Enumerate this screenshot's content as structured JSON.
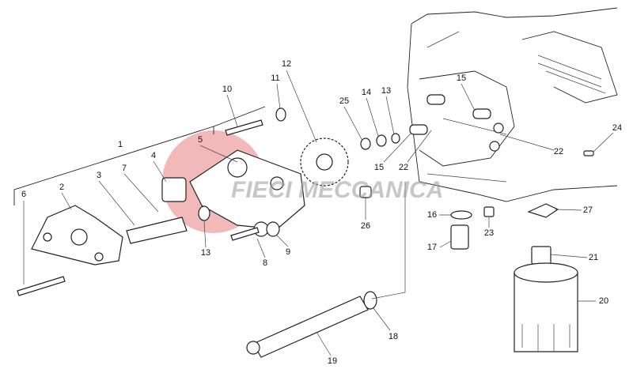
{
  "watermark": {
    "text": "FIECI MECCANICA",
    "circle_color": "#e88a8a",
    "text_color": "#9a9a9a"
  },
  "callouts": [
    {
      "id": "c1",
      "text": "1"
    },
    {
      "id": "c2",
      "text": "2"
    },
    {
      "id": "c3",
      "text": "3"
    },
    {
      "id": "c4",
      "text": "4"
    },
    {
      "id": "c5",
      "text": "5"
    },
    {
      "id": "c6",
      "text": "6"
    },
    {
      "id": "c7",
      "text": "7"
    },
    {
      "id": "c8",
      "text": "8"
    },
    {
      "id": "c9",
      "text": "9"
    },
    {
      "id": "c10",
      "text": "10"
    },
    {
      "id": "c11",
      "text": "11"
    },
    {
      "id": "c12",
      "text": "12"
    },
    {
      "id": "c13a",
      "text": "13"
    },
    {
      "id": "c13b",
      "text": "13"
    },
    {
      "id": "c14",
      "text": "14"
    },
    {
      "id": "c25",
      "text": "25"
    },
    {
      "id": "c15a",
      "text": "15"
    },
    {
      "id": "c15b",
      "text": "15"
    },
    {
      "id": "c22a",
      "text": "22"
    },
    {
      "id": "c22b",
      "text": "22"
    },
    {
      "id": "c24",
      "text": "24"
    },
    {
      "id": "c16",
      "text": "16"
    },
    {
      "id": "c23",
      "text": "23"
    },
    {
      "id": "c27",
      "text": "27"
    },
    {
      "id": "c26",
      "text": "26"
    },
    {
      "id": "c17",
      "text": "17"
    },
    {
      "id": "c21",
      "text": "21"
    },
    {
      "id": "c20",
      "text": "20"
    },
    {
      "id": "c18",
      "text": "18"
    },
    {
      "id": "c19",
      "text": "19"
    }
  ]
}
